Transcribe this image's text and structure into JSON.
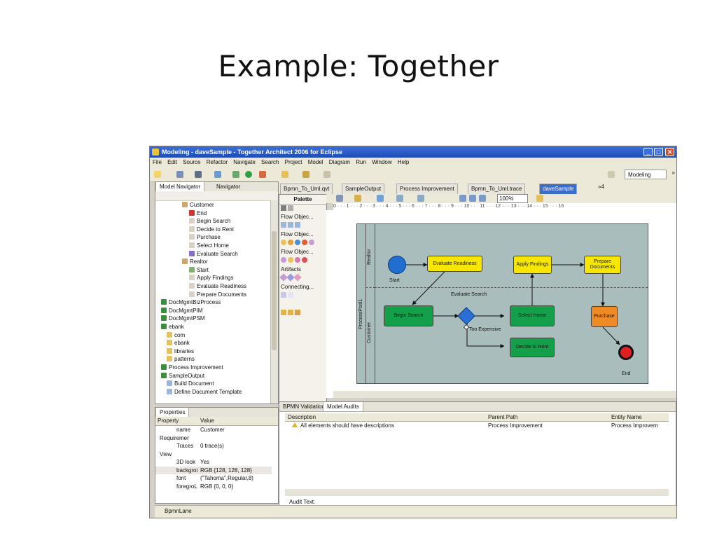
{
  "slide": {
    "title": "Example: Together"
  },
  "window": {
    "title": "Modeling - daveSample - Together Architect 2006 for Eclipse"
  },
  "menu": [
    "File",
    "Edit",
    "Source",
    "Refactor",
    "Navigate",
    "Search",
    "Project",
    "Model",
    "Diagram",
    "Run",
    "Window",
    "Help"
  ],
  "toolbar": {
    "perspective": "Modeling",
    "overflow": "»"
  },
  "navigator": {
    "tabs": [
      "Model Navigator",
      "Navigator"
    ],
    "items": [
      {
        "label": "Customer",
        "icon": "package-icon",
        "color": "#c9a86a"
      },
      {
        "label": "End",
        "icon": "end-event-icon",
        "color": "#d43030"
      },
      {
        "label": "Begin Search",
        "icon": "task-icon",
        "color": "#d9d2c4"
      },
      {
        "label": "Decide to Rent",
        "icon": "task-icon",
        "color": "#d9d2c4"
      },
      {
        "label": "Purchase",
        "icon": "task-icon",
        "color": "#d9d2c4"
      },
      {
        "label": "Select Home",
        "icon": "task-icon",
        "color": "#d9d2c4"
      },
      {
        "label": "Evaluate Search",
        "icon": "gateway-icon",
        "color": "#8a6bd1"
      },
      {
        "label": "Realtor",
        "icon": "package-icon",
        "color": "#c9a86a"
      },
      {
        "label": "Start",
        "icon": "start-event-icon",
        "color": "#7fb26a"
      },
      {
        "label": "Apply Findings",
        "icon": "task-icon",
        "color": "#d9d2c4"
      },
      {
        "label": "Evaluate Readiness",
        "icon": "task-icon",
        "color": "#d9d2c4"
      },
      {
        "label": "Prepare Documents",
        "icon": "task-icon",
        "color": "#d9d2c4"
      },
      {
        "label": "DocMgmtBizProcess",
        "icon": "project-icon",
        "color": "#3c8d3c"
      },
      {
        "label": "DocMgmtPIM",
        "icon": "project-icon",
        "color": "#3c8d3c"
      },
      {
        "label": "DocMgmtPSM",
        "icon": "project-icon",
        "color": "#3c8d3c"
      },
      {
        "label": "ebank",
        "icon": "project-icon",
        "color": "#3c8d3c"
      },
      {
        "label": "com",
        "icon": "folder-icon",
        "color": "#e5c15d"
      },
      {
        "label": "ebank",
        "icon": "folder-icon",
        "color": "#e5c15d"
      },
      {
        "label": "libraries",
        "icon": "folder-icon",
        "color": "#e5c15d"
      },
      {
        "label": "patterns",
        "icon": "folder-icon",
        "color": "#e5c15d"
      },
      {
        "label": "Process Improvement",
        "icon": "project-icon",
        "color": "#3c8d3c"
      },
      {
        "label": "SampleOutput",
        "icon": "project-icon",
        "color": "#3c8d3c"
      },
      {
        "label": "Build Document",
        "icon": "doc-icon",
        "color": "#9bb6dd"
      },
      {
        "label": "Define Document Template",
        "icon": "doc-icon",
        "color": "#9bb6dd"
      }
    ]
  },
  "palette": {
    "title": "Palette",
    "drawers": [
      "Flow Objec...",
      "Flow Objec...",
      "Flow Objec...",
      "Artifacts",
      "Connecting..."
    ]
  },
  "editor_tabs": [
    "Bpmn_To_Uml.qvt",
    "SampleOutput",
    "Process Improvement",
    "Bpmn_To_Uml.trace",
    "daveSample"
  ],
  "editor_tabs_overflow": "»4",
  "zoom": "100%",
  "ruler": "0 · · · 1 · · · 2 · · · 3 · · · 4 · · · 5 · · · 6 · · · 7 · · · 8 · · · 9 · · · 10 · · · 11 · · · 12 · · · 13 · · · 14 · · · 15 · · · 16",
  "diagram": {
    "pool": "ProcessPool1",
    "lanes": [
      "Realtor",
      "Customer"
    ],
    "nodes": {
      "start": "Start",
      "evaluate_readiness": "Evaluate Readiness",
      "apply_findings": "Apply Findings",
      "prepare_documents": "Prepare Documents",
      "begin_search": "Begin Search",
      "evaluate_search": "Evaluate Search",
      "select_home": "Select Home",
      "purchase": "Purchase",
      "decide_to_rent": "Decide to Rent",
      "end": "End",
      "too_expensive": "Too Expensive"
    },
    "colors": {
      "task": "#f7e600",
      "customer_task": "#14a04a",
      "purchase": "#ef8a25",
      "start": "#1f6fd0",
      "end": "#e02020",
      "gateway": "#2a6fd6",
      "pool": "#aabdbd"
    }
  },
  "properties": {
    "tab": "Properties",
    "headers": [
      "Property",
      "Value"
    ],
    "rows": [
      {
        "property": "name",
        "value": "Customer"
      },
      {
        "property": "Requiremer",
        "value": ""
      },
      {
        "property": "Traces",
        "value": "0 trace(s)"
      },
      {
        "property": "View",
        "value": ""
      },
      {
        "property": "3D look",
        "value": "Yes"
      },
      {
        "property": "backgroi",
        "value": "RGB {128, 128, 128}"
      },
      {
        "property": "font",
        "value": "(\"Tahoma\",Regular,8)"
      },
      {
        "property": "foregroL",
        "value": "RGB {0, 0, 0}"
      }
    ]
  },
  "audits": {
    "tabs": [
      "BPMN Validation",
      "Model Audits"
    ],
    "headers": [
      "Description",
      "Parent Path",
      "Entity Name"
    ],
    "rows": [
      {
        "description": "All elements should have descriptions",
        "parent_path": "Process Improvement",
        "entity_name": "Process Improvem"
      }
    ],
    "audit_text": "Audit Text:"
  },
  "status": {
    "text": "BpmnLane"
  }
}
